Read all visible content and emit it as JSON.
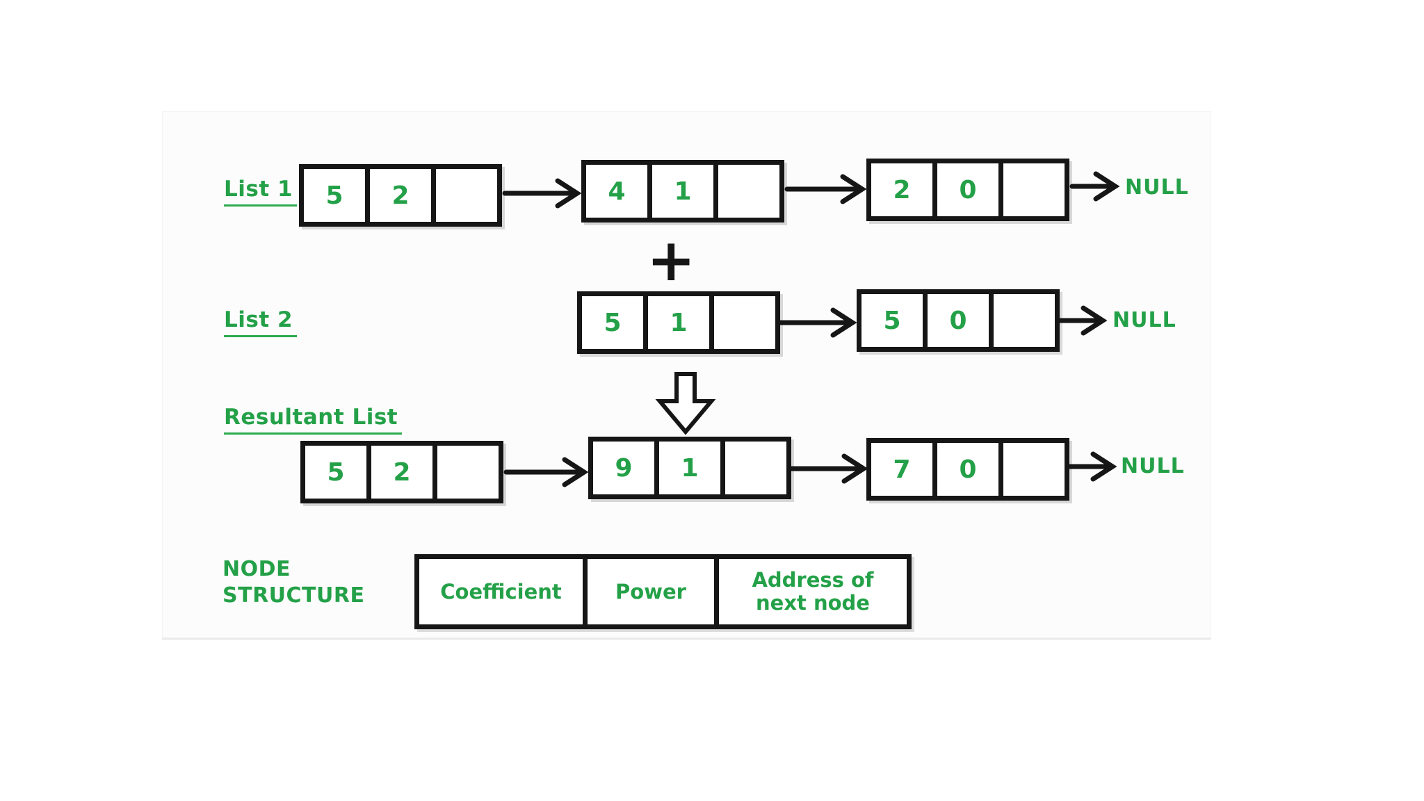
{
  "colors": {
    "accent_green": "#24a148",
    "ink": "#161616",
    "panel_bg": "#fcfcfc"
  },
  "list1": {
    "label": "List 1",
    "terminal": "NULL",
    "node1": {
      "coefficient": "5",
      "power": "2"
    },
    "node2": {
      "coefficient": "4",
      "power": "1"
    },
    "node3": {
      "coefficient": "2",
      "power": "0"
    }
  },
  "operator": {
    "plus": "+"
  },
  "list2": {
    "label": "List 2",
    "terminal": "NULL",
    "node1": {
      "coefficient": "5",
      "power": "1"
    },
    "node2": {
      "coefficient": "5",
      "power": "0"
    }
  },
  "resultant": {
    "label": "Resultant List",
    "terminal": "NULL",
    "node1": {
      "coefficient": "5",
      "power": "2"
    },
    "node2": {
      "coefficient": "9",
      "power": "1"
    },
    "node3": {
      "coefficient": "7",
      "power": "0"
    }
  },
  "node_structure": {
    "label_line1": "NODE",
    "label_line2": "STRUCTURE",
    "cells": {
      "coefficient": "Coefficient",
      "power": "Power",
      "address_line1": "Address of",
      "address_line2": "next node"
    }
  }
}
